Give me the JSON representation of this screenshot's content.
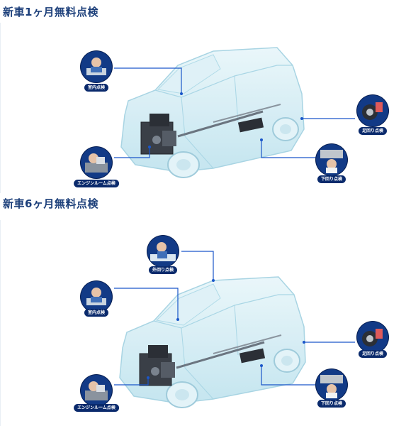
{
  "sections": [
    {
      "title": "新車1ヶ月無料点検",
      "points": [
        {
          "label": "室内点検",
          "icon": "interior-inspection-icon"
        },
        {
          "label": "エンジンルーム点検",
          "icon": "engine-room-inspection-icon"
        },
        {
          "label": "足回り点検",
          "icon": "suspension-inspection-icon"
        },
        {
          "label": "下回り点検",
          "icon": "underbody-inspection-icon"
        }
      ]
    },
    {
      "title": "新車6ヶ月無料点検",
      "points": [
        {
          "label": "外回り点検",
          "icon": "exterior-inspection-icon"
        },
        {
          "label": "室内点検",
          "icon": "interior-inspection-icon"
        },
        {
          "label": "エンジンルーム点検",
          "icon": "engine-room-inspection-icon"
        },
        {
          "label": "足回り点検",
          "icon": "suspension-inspection-icon"
        },
        {
          "label": "下回り点検",
          "icon": "underbody-inspection-icon"
        }
      ]
    }
  ],
  "colors": {
    "title": "#1c3f7a",
    "badge": "#0a2a6c",
    "leader_line": "#1a56c9",
    "car_body": "#cdeaf3",
    "car_outline": "#9fd0e0",
    "engine": "#2b2f36"
  }
}
